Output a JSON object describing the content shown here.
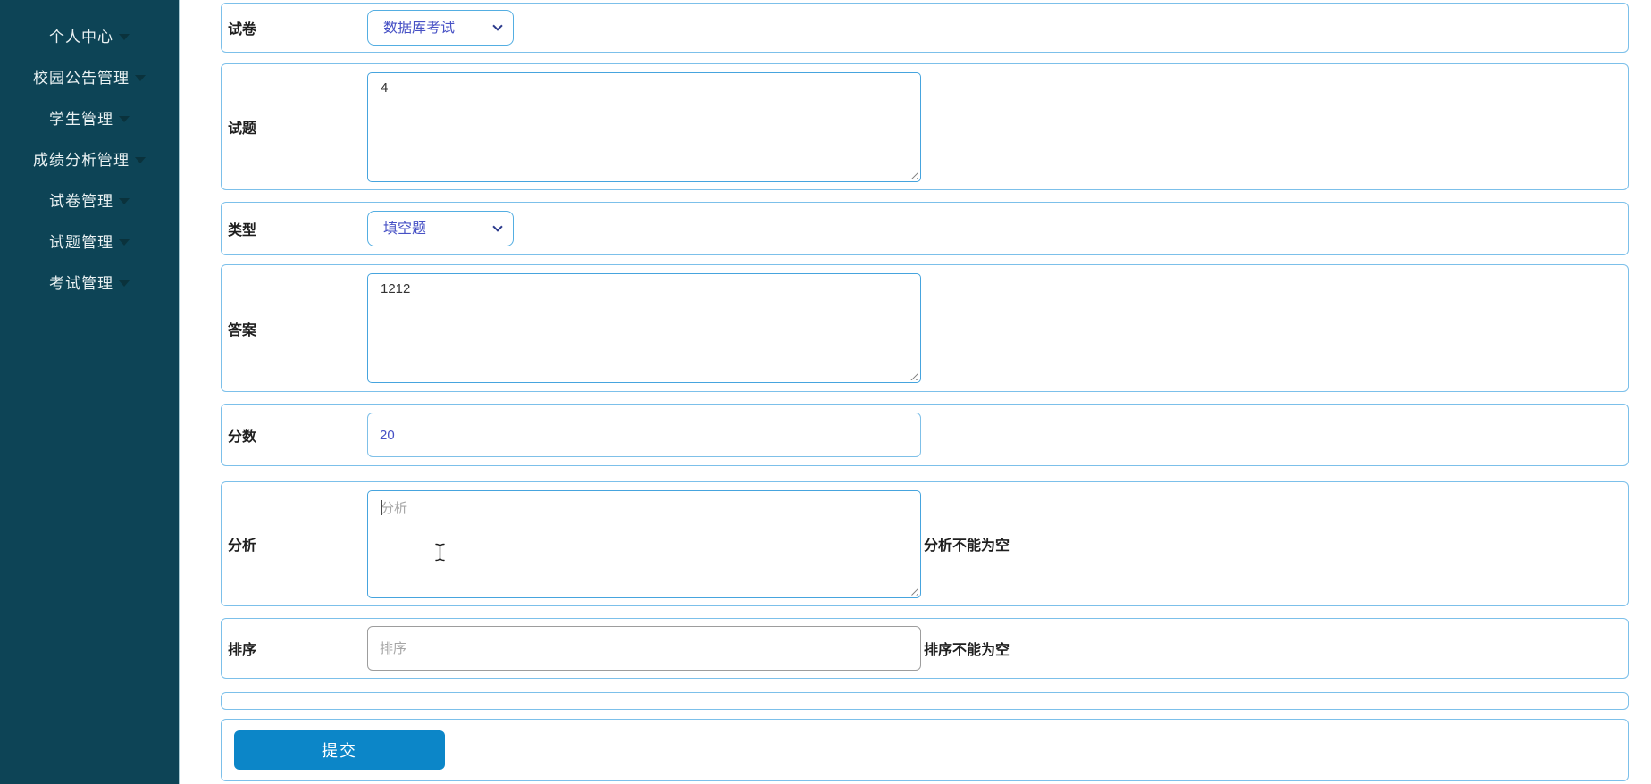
{
  "sidebar": {
    "items": [
      {
        "label": "个人中心",
        "icon": "chevron-down-icon"
      },
      {
        "label": "校园公告管理",
        "icon": "chevron-down-icon"
      },
      {
        "label": "学生管理",
        "icon": "chevron-down-icon"
      },
      {
        "label": "成绩分析管理",
        "icon": "chevron-down-icon"
      },
      {
        "label": "试卷管理",
        "icon": "chevron-down-icon"
      },
      {
        "label": "试题管理",
        "icon": "chevron-down-icon"
      },
      {
        "label": "考试管理",
        "icon": "chevron-down-icon"
      }
    ]
  },
  "form": {
    "rows": {
      "paper": {
        "label": "试卷",
        "value": "数据库考试"
      },
      "question": {
        "label": "试题",
        "value": "4"
      },
      "type": {
        "label": "类型",
        "value": "填空题"
      },
      "answer": {
        "label": "答案",
        "value": "1212"
      },
      "score": {
        "label": "分数",
        "value": "20"
      },
      "analysis": {
        "label": "分析",
        "placeholder": "分析",
        "error": "分析不能为空"
      },
      "sort": {
        "label": "排序",
        "placeholder": "排序",
        "error": "排序不能为空"
      }
    },
    "submit_label": "提交"
  },
  "colors": {
    "sidebar_bg": "#0d4456",
    "sidebar_text": "#e9f1f2",
    "row_border": "#7cc0ea",
    "textarea_border": "#46a4de",
    "select_border": "#54aee2",
    "score_input_border": "#7fc0e8",
    "sort_input_border": "#9d9d9d",
    "value_text_blue": "#4751c5",
    "placeholder_gray": "#a6a6a6",
    "error_text": "#1f1f1f",
    "submit_button_bg": "#0c86c8"
  }
}
